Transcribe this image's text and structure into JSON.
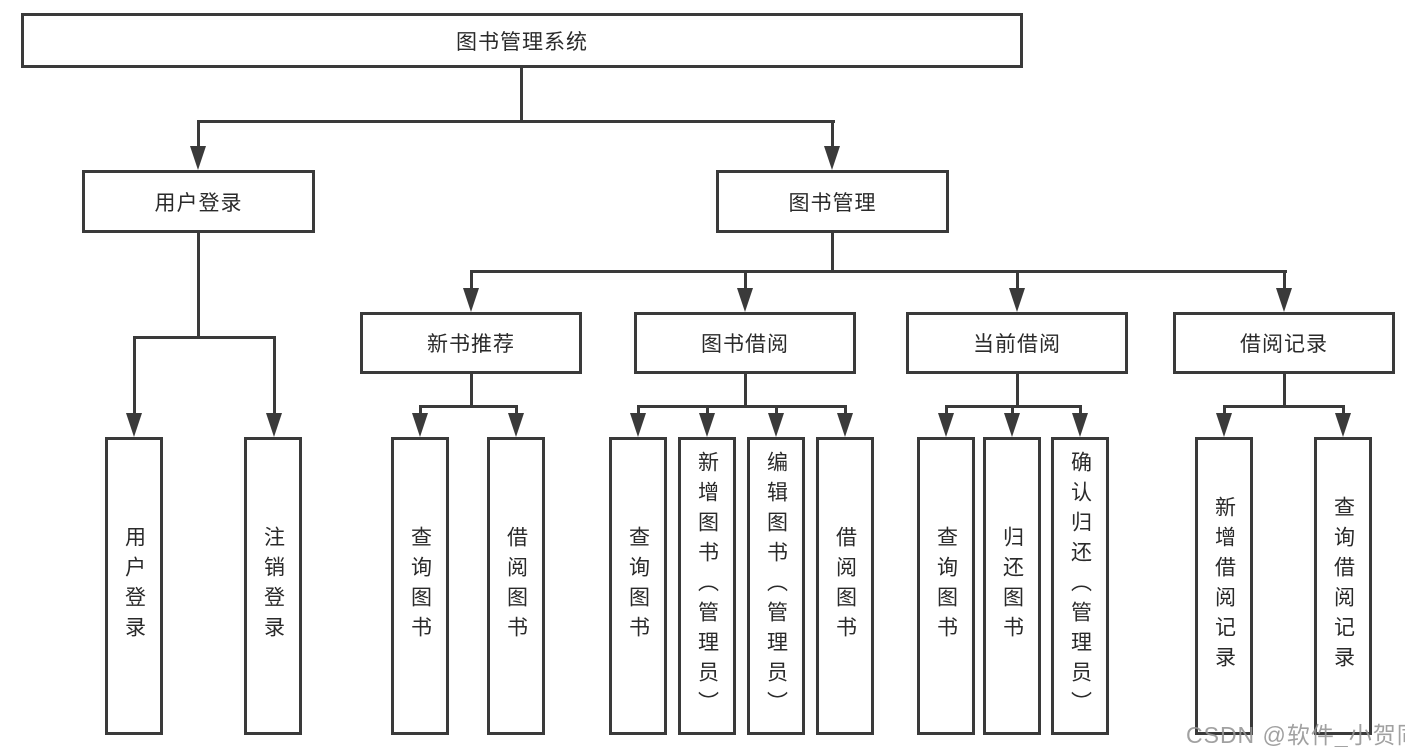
{
  "diagram": {
    "root": {
      "label": "图书管理系统"
    },
    "level2": [
      {
        "label": "用户登录"
      },
      {
        "label": "图书管理"
      }
    ],
    "level3": [
      {
        "label": "新书推荐"
      },
      {
        "label": "图书借阅"
      },
      {
        "label": "当前借阅"
      },
      {
        "label": "借阅记录"
      }
    ],
    "leaves": {
      "user_login": [
        "用户登录",
        "注销登录"
      ],
      "new_book_recommend": [
        "查询图书",
        "借阅图书"
      ],
      "book_borrow": [
        "查询图书",
        "新增图书（管理员）",
        "编辑图书（管理员）",
        "借阅图书"
      ],
      "current_borrow": [
        "查询图书",
        "归还图书",
        "确认归还（管理员）"
      ],
      "borrow_records": [
        "新增借阅记录",
        "查询借阅记录"
      ]
    }
  },
  "watermark": {
    "text": "CSDN @软件_小贺同学"
  },
  "colors": {
    "line": "#3a3a3a",
    "text": "#2a2a2a",
    "background": "#ffffff",
    "watermark": "#949494"
  }
}
